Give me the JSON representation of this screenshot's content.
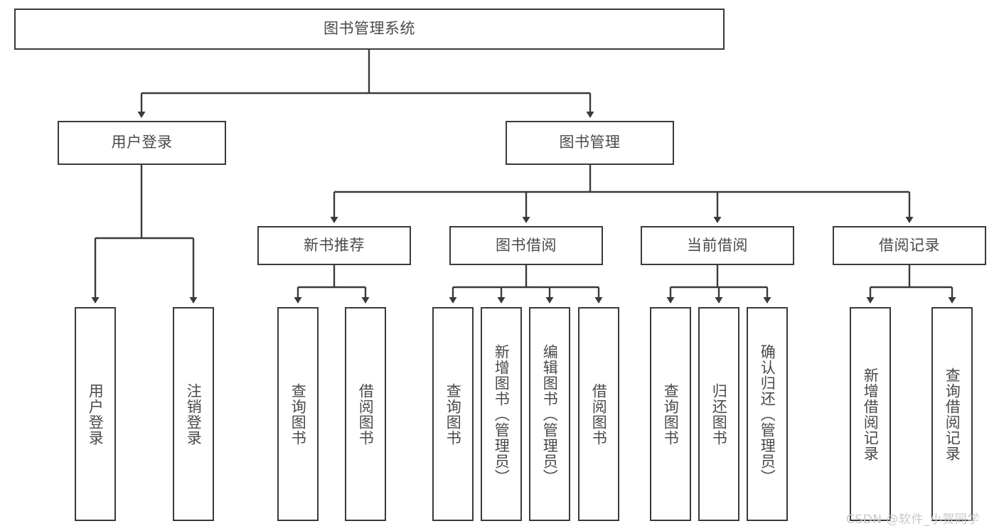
{
  "diagram": {
    "title": "图书管理系统",
    "type": "hierarchy-tree",
    "watermark": "CSDN @软件_小贺同学",
    "colors": {
      "stroke": "#3a3a3a",
      "text": "#4a4a4a",
      "background": "#ffffff",
      "watermark": "#c9c9c9"
    },
    "levels": {
      "level1": [
        {
          "label": "用户登录"
        },
        {
          "label": "图书管理"
        }
      ],
      "level2": [
        {
          "label": "新书推荐"
        },
        {
          "label": "图书借阅"
        },
        {
          "label": "当前借阅"
        },
        {
          "label": "借阅记录"
        }
      ],
      "leaves": {
        "user_login": [
          {
            "label": "用户登录"
          },
          {
            "label": "注销登录"
          }
        ],
        "new_book_recommend": [
          {
            "label": "查询图书"
          },
          {
            "label": "借阅图书"
          }
        ],
        "book_borrow": [
          {
            "label": "查询图书"
          },
          {
            "label": "新增图书（管理员）"
          },
          {
            "label": "编辑图书（管理员）"
          },
          {
            "label": "借阅图书"
          }
        ],
        "current_borrow": [
          {
            "label": "查询图书"
          },
          {
            "label": "归还图书"
          },
          {
            "label": "确认归还（管理员）"
          }
        ],
        "borrow_record": [
          {
            "label": "新增借阅记录"
          },
          {
            "label": "查询借阅记录"
          }
        ]
      }
    }
  }
}
